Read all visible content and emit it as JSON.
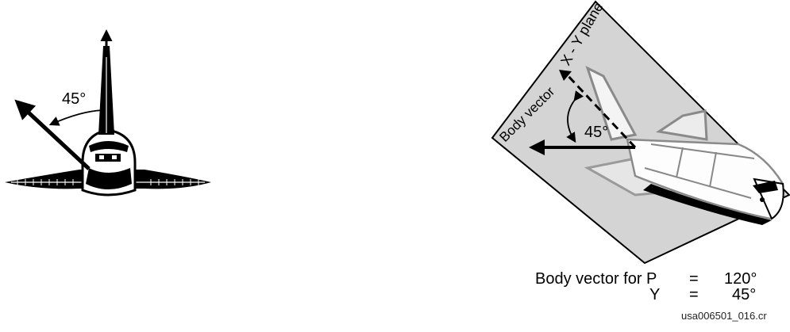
{
  "left_view": {
    "angle_label": "45°"
  },
  "right_view": {
    "plane_label": "X - Y plane",
    "vector_label": "Body vector",
    "angle_label": "45°"
  },
  "caption": {
    "line1_label": "Body vector for P",
    "line1_eq": "=",
    "line1_value": "120°",
    "line2_label": "Y",
    "line2_eq": "=",
    "line2_value": "45°"
  },
  "file_id": "usa006501_016.cr",
  "colors": {
    "ink": "#000000",
    "plane_fill": "#d4d4d4",
    "shuttle_fill": "#ffffff",
    "shadow": "#9a9a9a"
  }
}
